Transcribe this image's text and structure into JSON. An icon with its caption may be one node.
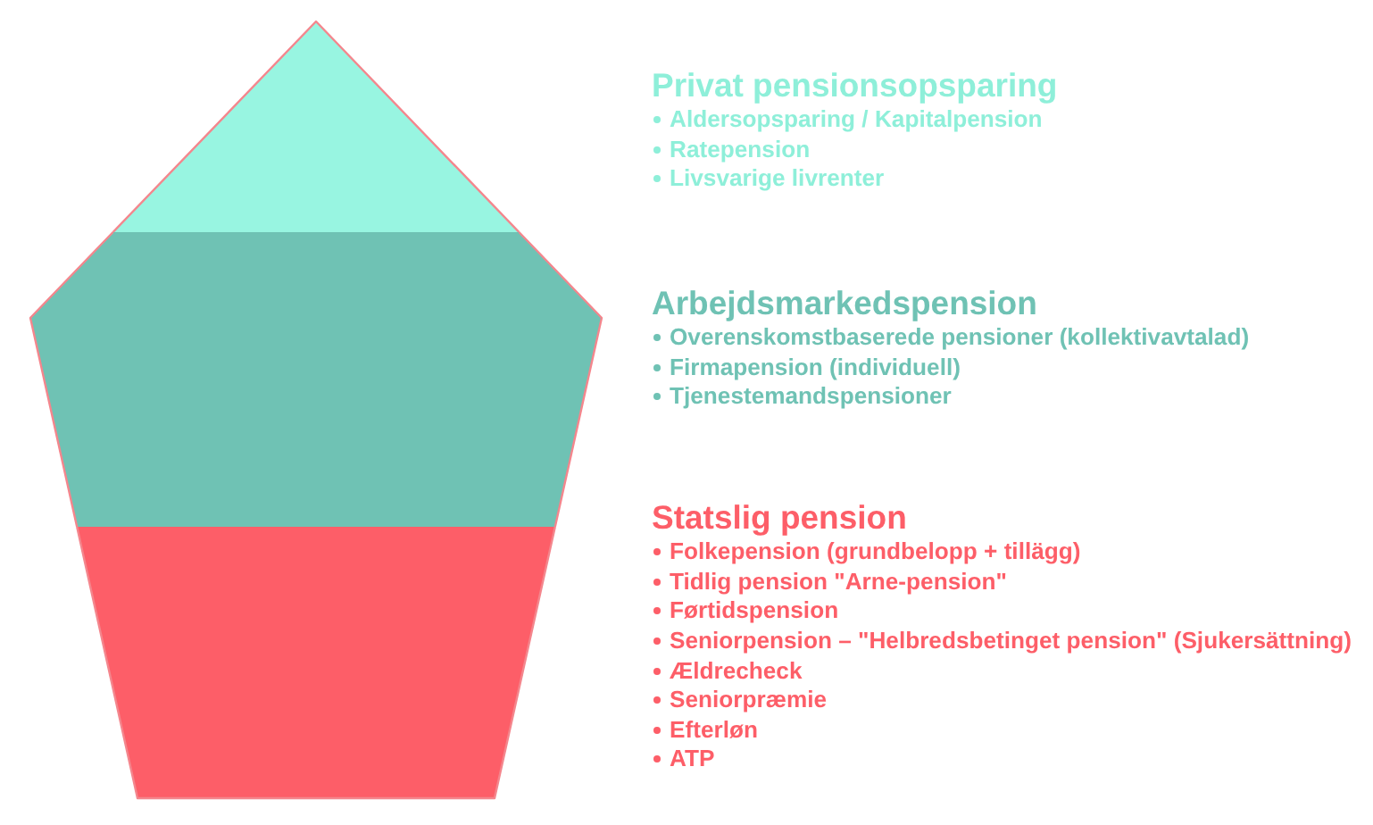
{
  "diagram": {
    "nodes": [
      {
        "text": [],
        "shape": "triangle",
        "beside": [
          "Privat pensionsopsparing",
          "Aldersopsparing / Kapitalpension",
          "Ratepension",
          "Livsvarige livrenter"
        ]
      },
      {
        "text": [],
        "shape": "band",
        "beside": [
          "Arbejdsmarkedspension",
          "Overenskomstbaserede pensioner (kollektivavtalad)",
          "Firmapension (individuell)",
          "Tjenestemandspensioner"
        ]
      },
      {
        "text": [],
        "shape": "band",
        "beside": [
          "Statslig pension",
          "Folkepension (grundbelopp + tillägg)",
          "Tidlig pension \"Arne-pension\"",
          "Førtidspension",
          "Seniorpension – \"Helbredsbetinget pension\" (Sjukersättning)",
          "Ældrecheck",
          "Seniorpræmie",
          "Efterløn",
          "ATP"
        ]
      }
    ]
  }
}
